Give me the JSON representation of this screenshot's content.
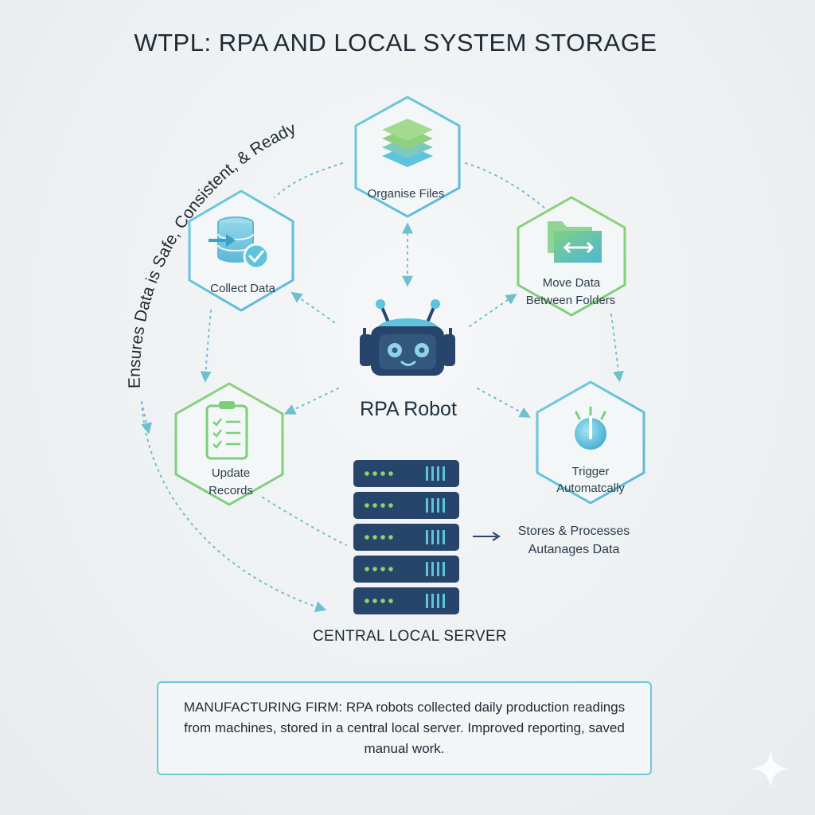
{
  "title": "WTPL: RPA AND LOCAL SYSTEM STORAGE",
  "arc_text": "Ensures Data is Safe, Consistent, & Ready",
  "center": {
    "label": "RPA Robot"
  },
  "nodes": {
    "organise": {
      "label": "Organise Files"
    },
    "collect": {
      "label": "Collect Data"
    },
    "move": {
      "label_line1": "Move Data",
      "label_line2": "Between Folders"
    },
    "update": {
      "label_line1": "Update",
      "label_line2": "Records"
    },
    "trigger": {
      "label_line1": "Trigger",
      "label_line2": "Automatcally"
    }
  },
  "server": {
    "label": "CENTRAL LOCAL SERVER",
    "side_label_line1": "Stores & Processes",
    "side_label_line2": "Autanages Data"
  },
  "case_study": {
    "text": "MANUFACTURING FIRM: RPA robots collected daily production readings from machines, stored in a central local server. Improved reporting, saved manual work."
  },
  "colors": {
    "blue_accent": "#5ec3dc",
    "green_accent": "#7ccf7a",
    "navy": "#27456b",
    "dotted_line": "#6fbfd0"
  }
}
